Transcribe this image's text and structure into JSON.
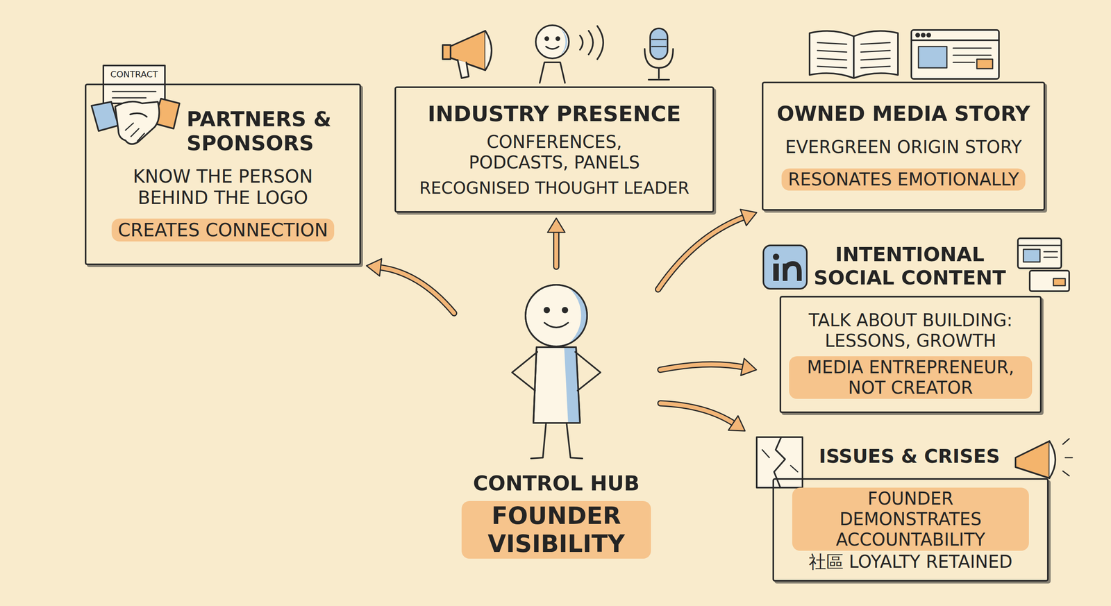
{
  "diagram": {
    "nodes": [
      {
        "text": [
          "PARTNERS & SPONSORS",
          "KNOW THE PERSON BEHIND THE LOGO",
          "CREATES CONNECTION"
        ]
      },
      {
        "text": [
          "INDUSTRY PRESENCE",
          "CONFERENCES, PODCASTS, PANELS",
          "RECOGNISED THOUGHT LEADER"
        ]
      },
      {
        "text": [
          "OWNED MEDIA STORY",
          "EVERGREEN ORIGIN STORY",
          "RESONATES EMOTIONALLY"
        ]
      },
      {
        "text": [
          "INTENTIONAL SOCIAL CONTENT",
          "TALK ABOUT BUILDING: LESSONS, GROWTH",
          "MEDIA ENTREPRENEUR, NOT CREATOR"
        ]
      },
      {
        "text": [
          "ISSUES & CRISES",
          "FOUNDER DEMONSTRATES ACCOUNTABILITY",
          "社區 LOYALTY RETAINED"
        ]
      },
      {
        "text": [
          "CONTROL HUB",
          "FOUNDER VISIBILITY"
        ]
      }
    ],
    "edges": [
      {
        "from": 5,
        "to": 0,
        "arrow": "to"
      },
      {
        "from": 5,
        "to": 1,
        "arrow": "to"
      },
      {
        "from": 5,
        "to": 2,
        "arrow": "to"
      },
      {
        "from": 5,
        "to": 3,
        "arrow": "to"
      },
      {
        "from": 5,
        "to": 4,
        "arrow": "to"
      }
    ],
    "labels": [
      "CONTRACT"
    ]
  }
}
